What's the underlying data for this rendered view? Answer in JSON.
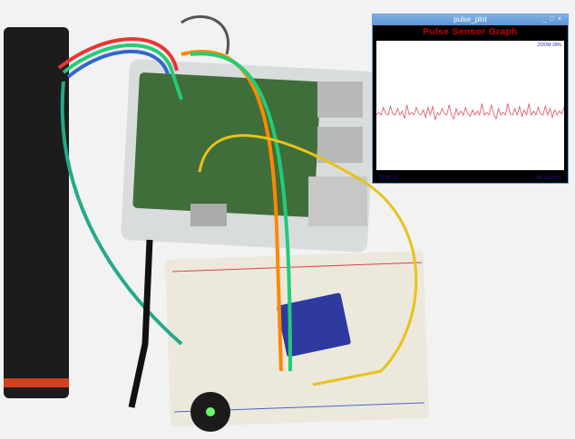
{
  "window": {
    "title": "pulse_plot",
    "controls": [
      "_",
      "□",
      "×"
    ],
    "graph_title": "Pulse Sensor Graph",
    "zoom_label": "ZOOM 29%",
    "bpm_label": "BPM 93",
    "ibi_label": "IBI 633mS"
  },
  "colors": {
    "titlebar": "#5d95d6",
    "graph_title": "#cc0000",
    "waveform": "#e06070",
    "footer_text": "#1a1a8a"
  },
  "waveform": [
    0,
    0.2,
    0,
    0.6,
    0.1,
    0,
    0.7,
    0.1,
    0,
    0.5,
    0,
    0.3,
    -0.3,
    0.8,
    0,
    0.2,
    0,
    0.6,
    0.1,
    0,
    0.4,
    -0.2,
    0.6,
    0,
    0.7,
    -0.4,
    0.2,
    0,
    0.5,
    0.1,
    0,
    0.8,
    0,
    -0.3,
    0.5,
    0,
    0.3,
    0,
    0.6,
    0.1,
    -0.1,
    0.4,
    0,
    0.3,
    0,
    0.9,
    0,
    0.2,
    0,
    0.8,
    0.1,
    -0.3,
    0.5,
    0,
    0.2,
    0,
    0.9,
    0.1,
    0,
    0.5,
    0,
    0.7,
    -0.1,
    0.4,
    0,
    0.9,
    0,
    0.3,
    0,
    0.6,
    0.1,
    0,
    0.7,
    0,
    0.5,
    -0.2,
    0.4,
    0,
    0.3,
    0.1,
    0.6
  ]
}
